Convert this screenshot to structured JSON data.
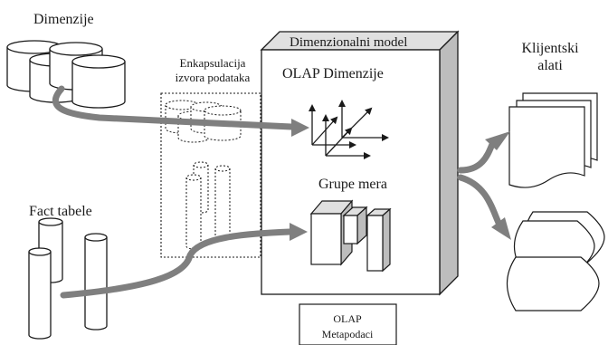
{
  "labels": {
    "dimensions": "Dimenzije",
    "encapsulation_line1": "Enkapsulacija",
    "encapsulation_line2": "izvora podataka",
    "dimensional_model": "Dimenzionalni model",
    "olap_dimensions": "OLAP Dimenzije",
    "measure_groups": "Grupe mera",
    "client_tools_line1": "Klijentski",
    "client_tools_line2": "alati",
    "fact_tables": "Fact tabele",
    "olap_metadata_line1": "OLAP",
    "olap_metadata_line2": "Metapodaci"
  },
  "colors": {
    "arrow": "#7f7f7f",
    "cube_side": "#bdbdbd",
    "cube_top": "#e0e0e0",
    "stroke": "#1a1a1a"
  }
}
